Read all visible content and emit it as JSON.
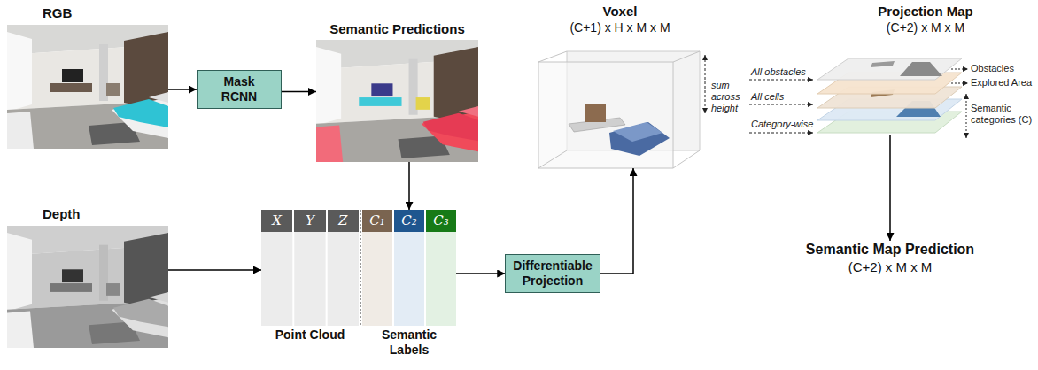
{
  "diagram": {
    "nodes": [
      {
        "text": [
          "RGB"
        ]
      },
      {
        "text": [
          "Mask RCNN"
        ]
      },
      {
        "text": [
          "Semantic Predictions"
        ]
      },
      {
        "text": [
          "Voxel",
          "(C+1) x H x M x M"
        ]
      },
      {
        "text": [
          "Projection Map",
          "(C+2) x M x M"
        ]
      },
      {
        "text": [
          "Depth"
        ]
      },
      {
        "text": [
          "X",
          "Y",
          "Z",
          "Point Cloud"
        ]
      },
      {
        "text": [
          "C₁",
          "C₂",
          "C₃",
          "Semantic Labels"
        ]
      },
      {
        "text": [
          "Differentiable Projection"
        ]
      },
      {
        "text": [
          "Semantic Map Prediction",
          "(C+2) x M x M"
        ]
      }
    ],
    "edges": [
      {
        "from": 0,
        "to": 1,
        "arrow": "to"
      },
      {
        "from": 1,
        "to": 2,
        "arrow": "to"
      },
      {
        "from": 2,
        "to": 7,
        "arrow": "to"
      },
      {
        "from": 5,
        "to": 6,
        "arrow": "to"
      },
      {
        "from": 7,
        "to": 8,
        "arrow": "to"
      },
      {
        "from": 8,
        "to": 3,
        "arrow": "to"
      },
      {
        "from": 4,
        "to": 9,
        "arrow": "to"
      }
    ],
    "labels": [
      "sum across height",
      "All obstacles",
      "All cells",
      "Category-wise",
      "Obstacles",
      "Explored Area",
      "Semantic categories (C)"
    ]
  }
}
